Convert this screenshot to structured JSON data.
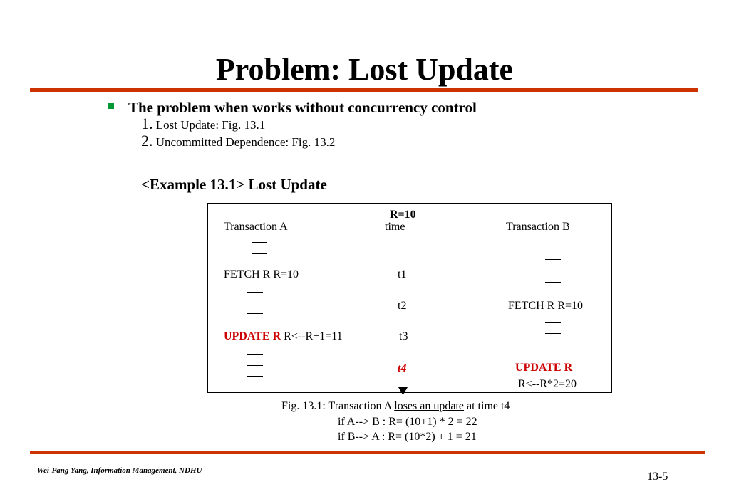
{
  "title": "Problem: Lost Update",
  "bullet_heading": "The problem when works without concurrency control",
  "list_items": [
    {
      "num": "1.",
      "text": "Lost Update: Fig. 13.1"
    },
    {
      "num": "2.",
      "text": "Uncommitted Dependence: Fig. 13.2"
    }
  ],
  "example_title": "<Example 13.1> Lost Update",
  "diagram": {
    "initial": "R=10",
    "header_a": "Transaction A",
    "header_time": "time",
    "header_b": "Transaction B",
    "fetch_a": "FETCH R   R=10",
    "t1": "t1",
    "t2": "t2",
    "fetch_b": "FETCH  R   R=10",
    "update_a_kw": "UPDATE R",
    "update_a_expr": "R<--R+1=11",
    "t3": "t3",
    "t4": "t4",
    "update_b_kw": "UPDATE R",
    "update_b_expr": "R<--R*2=20"
  },
  "caption": {
    "line1_prefix": "Fig. 13.1:  Transaction A ",
    "line1_underlined": "loses an update",
    "line1_suffix": " at time t4",
    "line2": "if A--> B : R= (10+1) * 2 = 22",
    "line3": "if B--> A : R= (10*2) + 1 = 21"
  },
  "footer": {
    "author": "Wei-Pang Yang, Information Management, NDHU",
    "page": "13-5"
  },
  "colors": {
    "accent_rule": "#cc3300",
    "bullet": "#009933",
    "highlight": "#cc0000"
  }
}
